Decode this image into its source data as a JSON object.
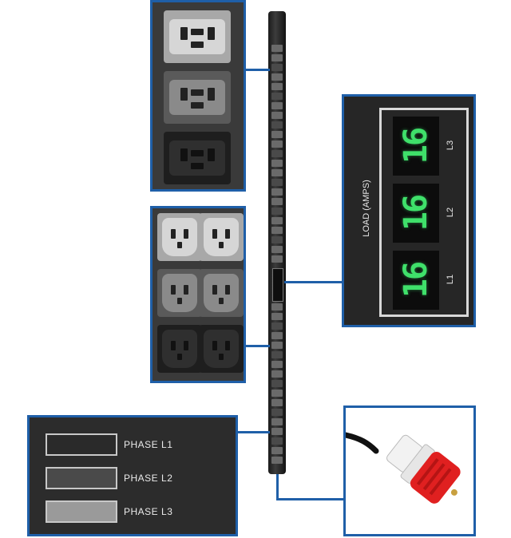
{
  "load_display": {
    "title": "LOAD (AMPS)",
    "readings": [
      {
        "phase": "L3",
        "value": "16"
      },
      {
        "phase": "L2",
        "value": "16"
      },
      {
        "phase": "L1",
        "value": "16"
      }
    ]
  },
  "phase_legend": [
    {
      "label": "PHASE  L1",
      "color": "#2a2a2a"
    },
    {
      "label": "PHASE  L2",
      "color": "#4a4a4a"
    },
    {
      "label": "PHASE  L3",
      "color": "#9a9a9a"
    }
  ],
  "outlet_colors": {
    "light": "#d6d6d6",
    "medium": "#8a8a8a",
    "dark": "#2f2f2f"
  },
  "accent": "#1f5fa8",
  "plug_color": "#e02020"
}
